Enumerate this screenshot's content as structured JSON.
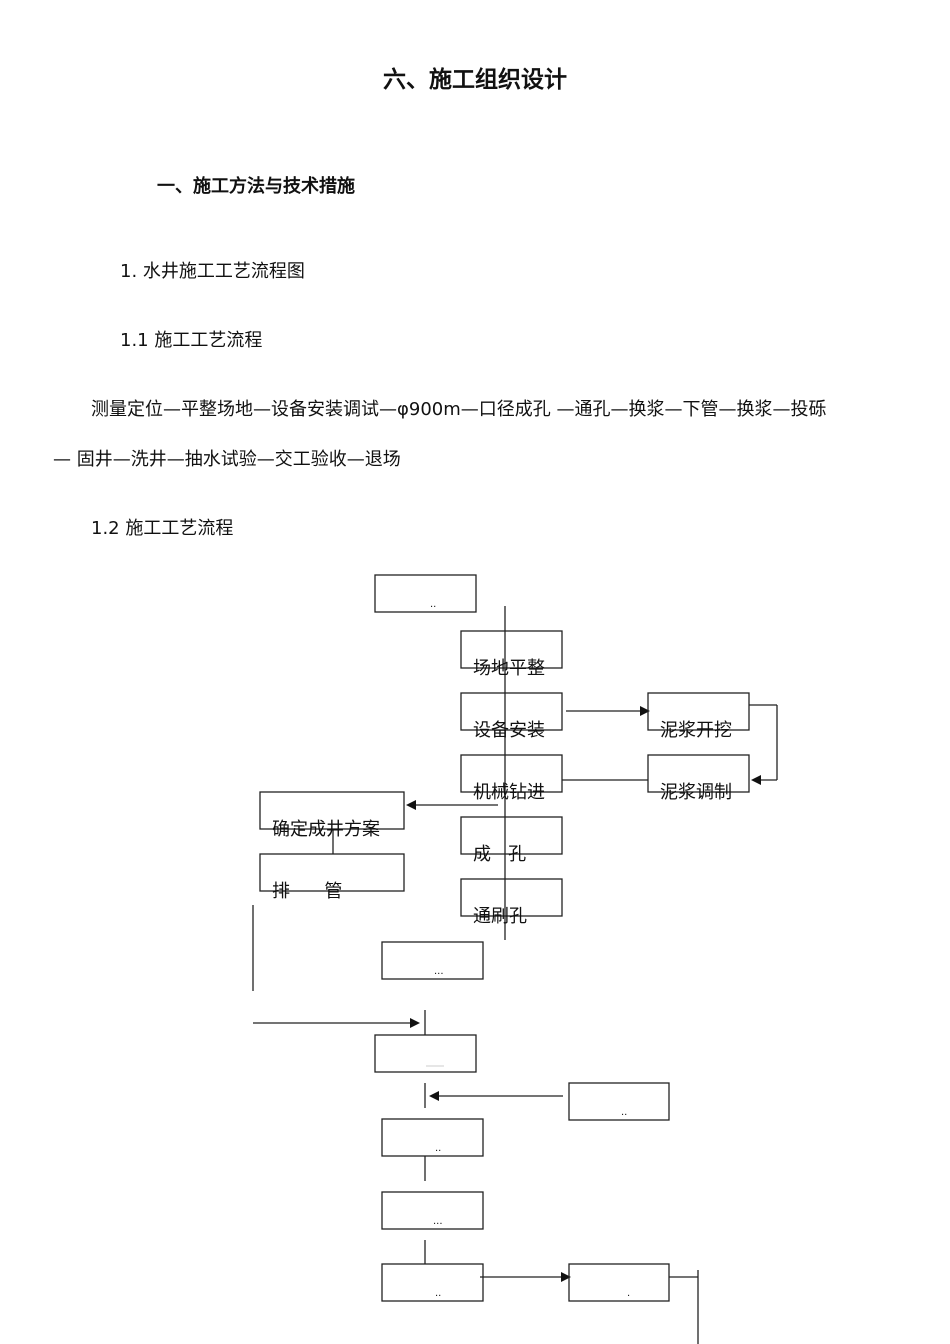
{
  "title": "六、施工组织设计",
  "section": "一、施工方法与技术措施",
  "heading_1": "1.   水井施工工艺流程图",
  "heading_1_1": "1.1 施工工艺流程",
  "paragraph_line1": "测量定位—平整场地—设备安装调试—φ900m—口径成孔   —通孔—换浆—下管—换浆—投砾",
  "paragraph_line2": "— 固井—洗井—抽水试验—交工验收—退场",
  "heading_1_2": "1.2  施工工艺流程",
  "flowchart": {
    "nodes": [
      "..",
      "场地平整",
      "设备安装",
      "机械钻进",
      "成   孔",
      "通刷孔",
      "泥浆开挖",
      "泥浆调制",
      "确定成井方案",
      "排      管",
      "...",
      "..",
      "..",
      "...",
      "..",
      "."
    ]
  }
}
